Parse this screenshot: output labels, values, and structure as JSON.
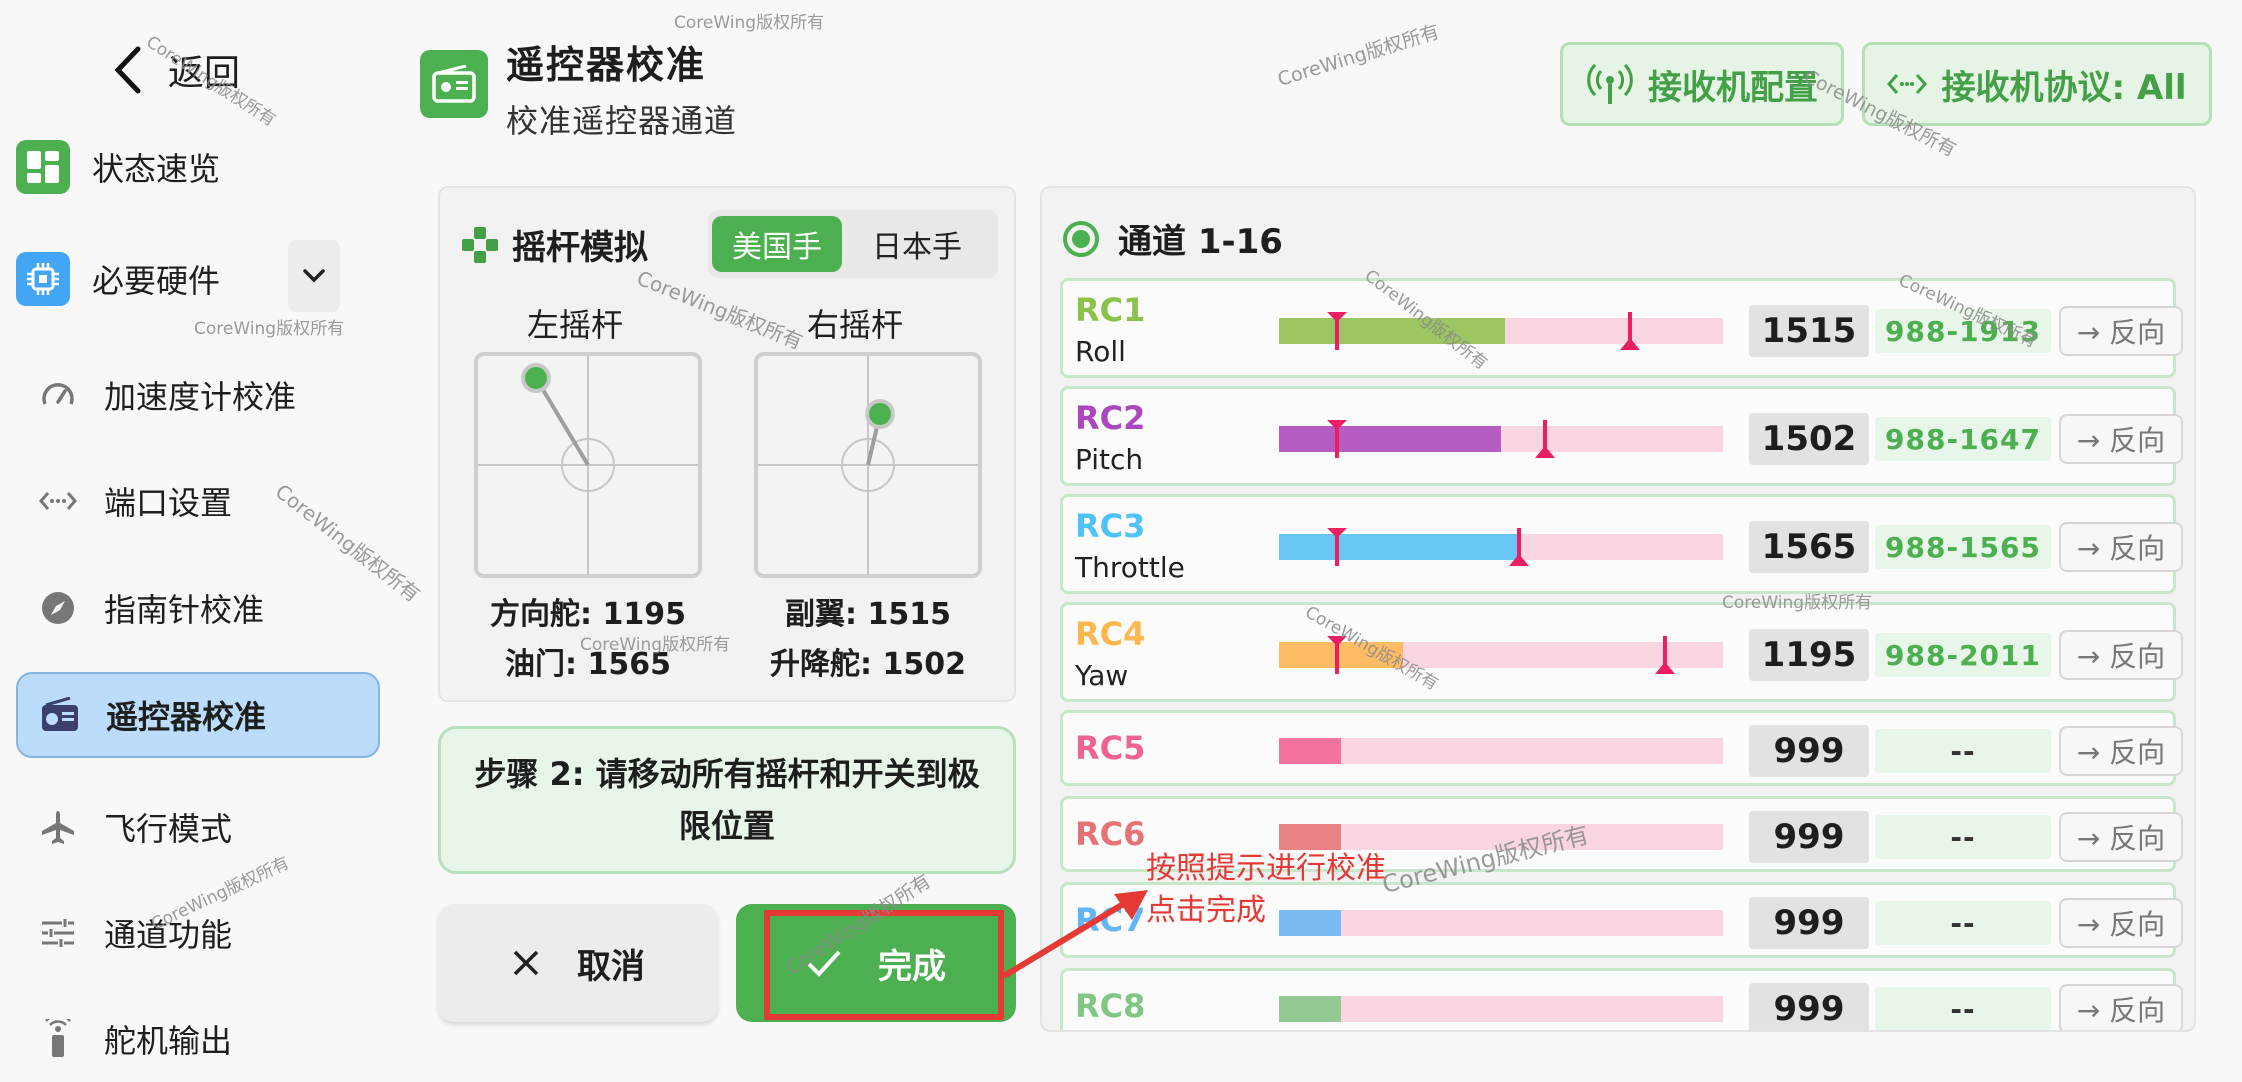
{
  "sidebar": {
    "back_label": "返回",
    "items": [
      {
        "label": "状态速览",
        "icon": "dashboard-icon"
      },
      {
        "label": "必要硬件",
        "icon": "chip-icon"
      },
      {
        "label": "加速度计校准",
        "icon": "gauge-icon"
      },
      {
        "label": "端口设置",
        "icon": "port-icon"
      },
      {
        "label": "指南针校准",
        "icon": "compass-icon"
      },
      {
        "label": "遥控器校准",
        "icon": "radio-icon"
      },
      {
        "label": "飞行模式",
        "icon": "airplane-icon"
      },
      {
        "label": "通道功能",
        "icon": "sliders-icon"
      },
      {
        "label": "舵机输出",
        "icon": "servo-icon"
      }
    ]
  },
  "header": {
    "title": "遥控器校准",
    "subtitle": "校准遥控器通道",
    "receiver_config": "接收机配置",
    "receiver_protocol": "接收机协议: All"
  },
  "sticks": {
    "title": "摇杆模拟",
    "mode_usa": "美国手",
    "mode_japan": "日本手",
    "left_label": "左摇杆",
    "right_label": "右摇杆",
    "left_line1": "方向舵: 1195",
    "left_line2": "油门: 1565",
    "right_line1": "副翼: 1515",
    "right_line2": "升降舵: 1502"
  },
  "step": {
    "text": "步骤 2: 请移动所有摇杆和开关到极限位置"
  },
  "actions": {
    "cancel": "取消",
    "done": "完成"
  },
  "channels_title": "通道 1-16",
  "channels": [
    {
      "name": "RC1",
      "func": "Roll",
      "value": "1515",
      "range": "988-1913",
      "reverse": "→ 反向",
      "color": "#8bc34a",
      "fill": 0.51,
      "min": 0.13,
      "max": 0.79
    },
    {
      "name": "RC2",
      "func": "Pitch",
      "value": "1502",
      "range": "988-1647",
      "reverse": "→ 反向",
      "color": "#ab47bc",
      "fill": 0.5,
      "min": 0.13,
      "max": 0.6
    },
    {
      "name": "RC3",
      "func": "Throttle",
      "value": "1565",
      "range": "988-1565",
      "reverse": "→ 反向",
      "color": "#4fc3f7",
      "fill": 0.54,
      "min": 0.13,
      "max": 0.54
    },
    {
      "name": "RC4",
      "func": "Yaw",
      "value": "1195",
      "range": "988-2011",
      "reverse": "→ 反向",
      "color": "#ffb74d",
      "fill": 0.28,
      "min": 0.13,
      "max": 0.87
    },
    {
      "name": "RC5",
      "func": "",
      "value": "999",
      "range": "--",
      "reverse": "→ 反向",
      "color": "#f06292",
      "fill": 0.14
    },
    {
      "name": "RC6",
      "func": "",
      "value": "999",
      "range": "--",
      "reverse": "→ 反向",
      "color": "#e57373",
      "fill": 0.14
    },
    {
      "name": "RC7",
      "func": "",
      "value": "999",
      "range": "--",
      "reverse": "→ 反向",
      "color": "#64b5f6",
      "fill": 0.14
    },
    {
      "name": "RC8",
      "func": "",
      "value": "999",
      "range": "--",
      "reverse": "→ 反向",
      "color": "#81c784",
      "fill": 0.14
    }
  ],
  "annotation": {
    "line1": "按照提示进行校准",
    "line2": "点击完成"
  },
  "watermark": "CoreWing版权所有"
}
